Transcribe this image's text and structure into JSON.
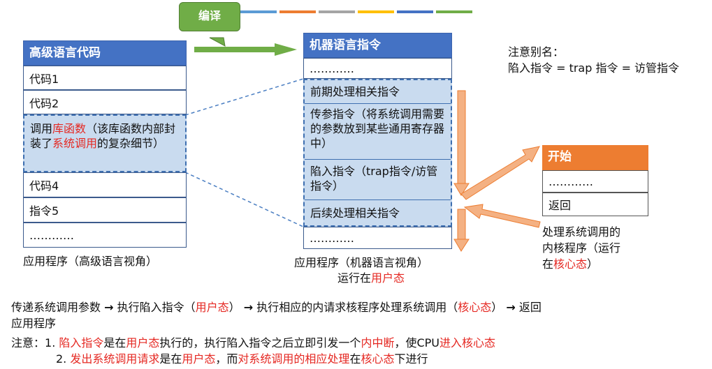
{
  "compile_label": "编译",
  "color_bars": [
    "#5b9bd5",
    "#ed7d31",
    "#a5a5a5",
    "#ffc000",
    "#4472c4",
    "#70ad47"
  ],
  "left_table": {
    "title": "高级语言代码",
    "rows": [
      "代码1",
      "代码2"
    ],
    "highlight": {
      "prefix": "调用",
      "lib": "库函数",
      "middle": "（该库函数内部封装了",
      "syscall": "系统调用",
      "suffix": "的复杂细节）"
    },
    "rows_after": [
      "代码4",
      "指令5",
      "…………"
    ],
    "caption": "应用程序（高级语言视角）"
  },
  "right_table": {
    "title": "机器语言指令",
    "top_dots": "…………",
    "steps": [
      "前期处理相关指令",
      "传参指令（将系统调用需要的参数放到某些通用寄存器中）",
      "陷入指令（trap指令/访管指令）",
      "后续处理相关指令"
    ],
    "bottom_dots": "…………",
    "caption_line1": "应用程序（机器语言视角）",
    "caption_line2_prefix": "运行在",
    "caption_line2_red": "用户态"
  },
  "alias_note": {
    "line1": "注意别名：",
    "line2": "陷入指令 = trap 指令 = 访管指令"
  },
  "kernel_box": {
    "title": "开始",
    "dots": "…………",
    "ret": "返回",
    "caption_line1": "处理系统调用的",
    "caption_line2": "内核程序（运行",
    "caption_line3_prefix": "在",
    "caption_line3_red": "核心态",
    "caption_line3_suffix": "）"
  },
  "flow": {
    "a": "传递系统调用参数 ",
    "arrow": "→",
    "b": " 执行陷入指令（",
    "b_red": "用户态",
    "c": "）",
    "d": " 执行相应的内请求核程序处理系统调用（",
    "d_red": "核心态",
    "e": "）",
    "f": " 返回",
    "line2": "应用程序"
  },
  "notes": {
    "label": "注意：",
    "n1_num": "1. ",
    "n1_a_red": "陷入指令",
    "n1_b": "是在",
    "n1_c_red": "用户态",
    "n1_d": "执行的，执行陷入指令之后立即引发一个",
    "n1_e_red": "内中断",
    "n1_f": "，使CPU",
    "n1_g_red": "进入核心态",
    "n2_num": "2. ",
    "n2_a_red": "发出系统调用请求",
    "n2_b": "是在",
    "n2_c_red": "用户态",
    "n2_d": "，而",
    "n2_e_red": "对系统调用的相应处理",
    "n2_f": "在",
    "n2_g_red": "核心态",
    "n2_h": "下进行"
  }
}
